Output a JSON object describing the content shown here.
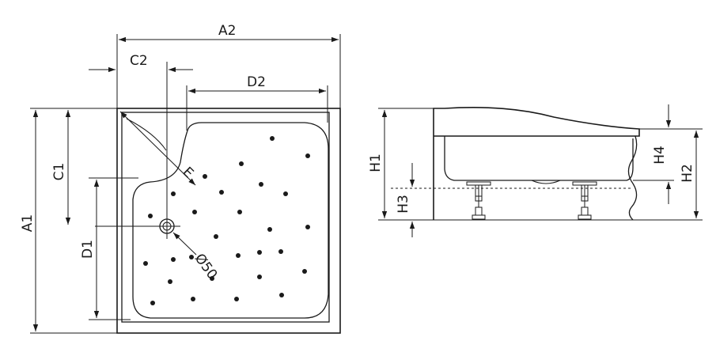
{
  "labels": {
    "A1": "A1",
    "A2": "A2",
    "C1": "C1",
    "C2": "C2",
    "D1": "D1",
    "D2": "D2",
    "E": "E",
    "drain": "Ø50",
    "H1": "H1",
    "H2": "H2",
    "H3": "H3",
    "H4": "H4"
  },
  "colors": {
    "line": "#1a1a1a",
    "background": "#ffffff"
  }
}
